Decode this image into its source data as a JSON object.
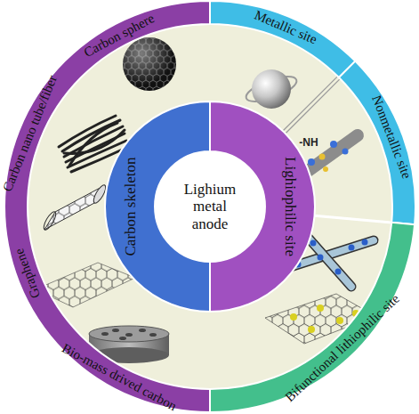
{
  "diagram": {
    "nodes": [
      {
        "text": [
          "Lighium metal anode"
        ]
      },
      {
        "text": [
          "Carbon skeleton"
        ]
      },
      {
        "text": [
          "Lighiophilic site"
        ]
      },
      {
        "text": [
          "Carbon sphere",
          "Carbon nano tube/fiber",
          "Graphene",
          "Bio-mass drived carbon"
        ]
      },
      {
        "text": [
          "Metallic site"
        ]
      },
      {
        "text": [
          "Nonmetallic site"
        ]
      },
      {
        "text": [
          "Bifunctional lithiophilic site"
        ]
      }
    ],
    "labels": [
      "-NH"
    ]
  }
}
